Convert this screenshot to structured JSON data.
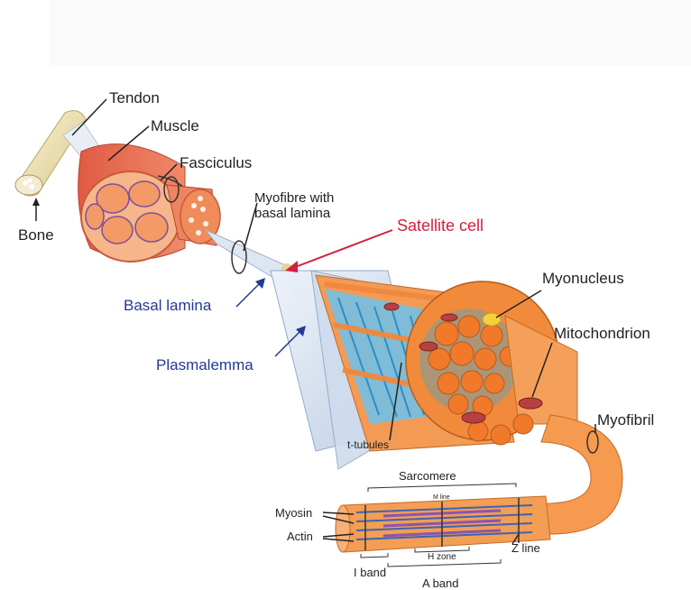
{
  "labels": {
    "tendon": "Tendon",
    "muscle": "Muscle",
    "fasciculus": "Fasciculus",
    "bone": "Bone",
    "myofibre": "Myofibre with\nbasal lamina",
    "satellite_cell": "Satellite cell",
    "basal_lamina": "Basal lamina",
    "plasmalemma": "Plasmalemma",
    "myonucleus": "Myonucleus",
    "mitochondrion": "Mitochondrion",
    "myofibril": "Myofibril",
    "t_tubules": "t-tubules",
    "sarcomere": "Sarcomere",
    "m_line": "M line",
    "myosin": "Myosin",
    "actin": "Actin",
    "h_zone": "H zone",
    "z_line": "Z line",
    "i_band": "I band",
    "a_band": "A band"
  },
  "colors": {
    "muscle_red": "#e8735a",
    "fibre_orange": "#f2883c",
    "sheath_blue": "#c9d7ea",
    "tubule_cyan": "#3aa9e0",
    "satellite_red": "#d21f3c",
    "label_blue": "#233a93"
  }
}
